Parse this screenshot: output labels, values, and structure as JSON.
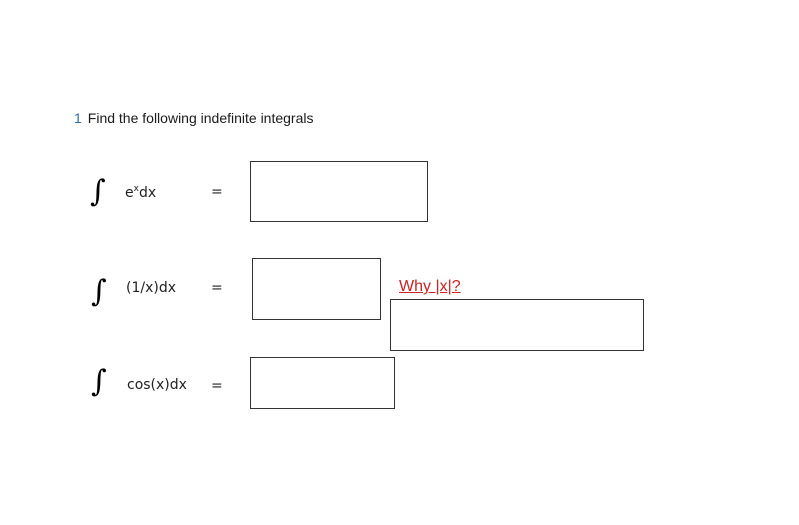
{
  "question": {
    "number": "1",
    "text": "Find the following indefinite integrals"
  },
  "integrals": [
    {
      "symbol": "∫",
      "base": "e",
      "superscript": "x",
      "suffix": "dx",
      "equals": "="
    },
    {
      "symbol": "∫",
      "integrand": "(1/x)dx",
      "equals": "="
    },
    {
      "symbol": "∫",
      "integrand": "cos(x)dx",
      "equals": "="
    }
  ],
  "prompt": {
    "text": "Why |x|?"
  },
  "colors": {
    "question_number": "#2a6db0",
    "prompt": "#cc2222",
    "box_border": "#333333"
  }
}
